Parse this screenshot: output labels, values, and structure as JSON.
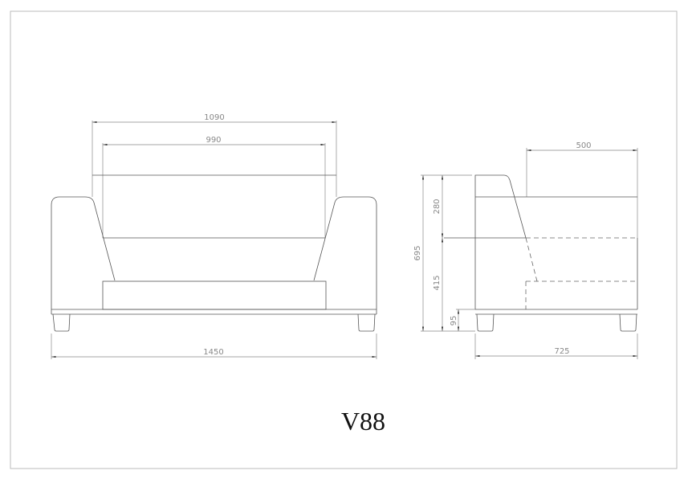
{
  "title": "V88",
  "front_view": {
    "dimensions": {
      "back_outer_width": "1090",
      "back_inner_width": "990",
      "overall_width": "1450"
    }
  },
  "side_view": {
    "dimensions": {
      "seat_depth": "500",
      "overall_height": "695",
      "back_height": "280",
      "seat_height": "415",
      "leg_height": "95",
      "overall_depth": "725"
    }
  }
}
